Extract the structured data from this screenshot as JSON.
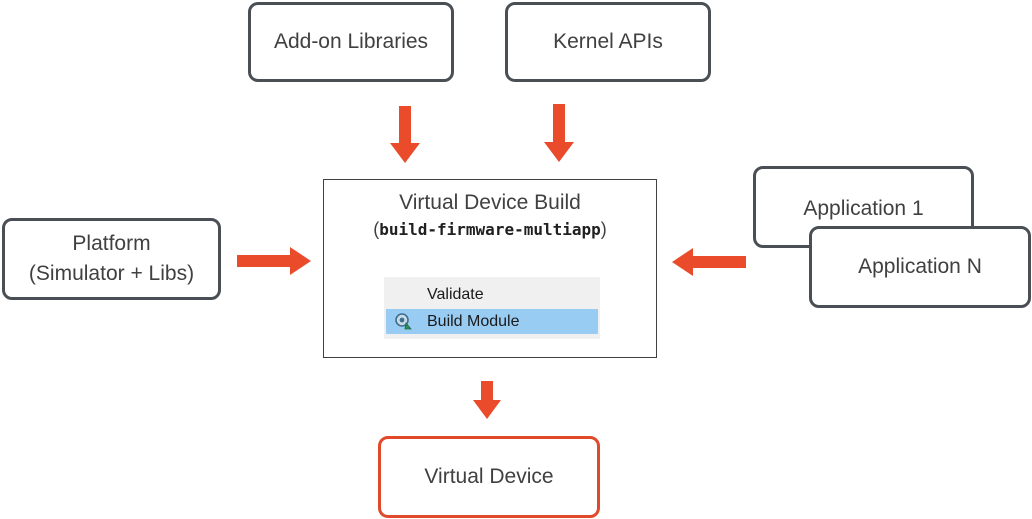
{
  "inputs": {
    "addon_libraries": "Add-on Libraries",
    "kernel_apis": "Kernel APIs",
    "platform_line1": "Platform",
    "platform_line2": "(Simulator + Libs)",
    "application_1": "Application 1",
    "application_n": "Application N"
  },
  "central": {
    "title": "Virtual Device Build",
    "subtitle_open": "(",
    "subtitle_code": "build-firmware-multiapp",
    "subtitle_close": ")",
    "menu": {
      "items": [
        {
          "label": "Validate",
          "selected": false
        },
        {
          "label": "Build Module",
          "selected": true,
          "icon": "build-module-icon"
        }
      ]
    }
  },
  "output": {
    "label": "Virtual Device"
  },
  "colors": {
    "arrow": "#e94b2b",
    "box_border": "#4a4f55",
    "output_border": "#e04a2a",
    "menu_bg": "#f0f0f0",
    "menu_selected": "#99ccf3"
  }
}
